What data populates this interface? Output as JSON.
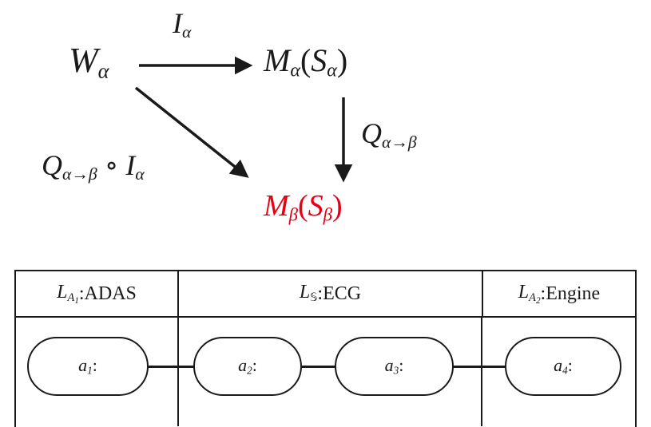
{
  "colors": {
    "ink": "#1a1a1a",
    "red": "#e60012"
  },
  "diagram": {
    "w": {
      "base": "W",
      "sub": "α"
    },
    "i_label": {
      "base": "I",
      "sub": "α"
    },
    "m_alpha": {
      "m": "M",
      "m_sub": "α",
      "open": "(",
      "s": "S",
      "s_sub": "α",
      "close": ")"
    },
    "q_label": {
      "base": "Q",
      "sub": "α→β"
    },
    "comp_label": {
      "q": "Q",
      "q_sub": "α→β",
      "op": "∘",
      "i": "I",
      "i_sub": "α"
    },
    "m_beta": {
      "m": "M",
      "m_sub": "β",
      "open": "(",
      "s": "S",
      "s_sub": "β",
      "close": ")"
    }
  },
  "table": {
    "headers": [
      {
        "base": "L",
        "sub": "A",
        "subsub": "1",
        "suffix": ":ADAS"
      },
      {
        "base": "L",
        "sub": "𝕊",
        "suffix": ":ECG"
      },
      {
        "base": "L",
        "sub": "A",
        "subsub": "2",
        "suffix": ":Engine"
      }
    ],
    "cells": [
      {
        "base": "a",
        "sub": "1",
        "suffix": ":"
      },
      {
        "base": "a",
        "sub": "2",
        "suffix": ":"
      },
      {
        "base": "a",
        "sub": "3",
        "suffix": ":"
      },
      {
        "base": "a",
        "sub": "4",
        "suffix": ":"
      }
    ]
  }
}
